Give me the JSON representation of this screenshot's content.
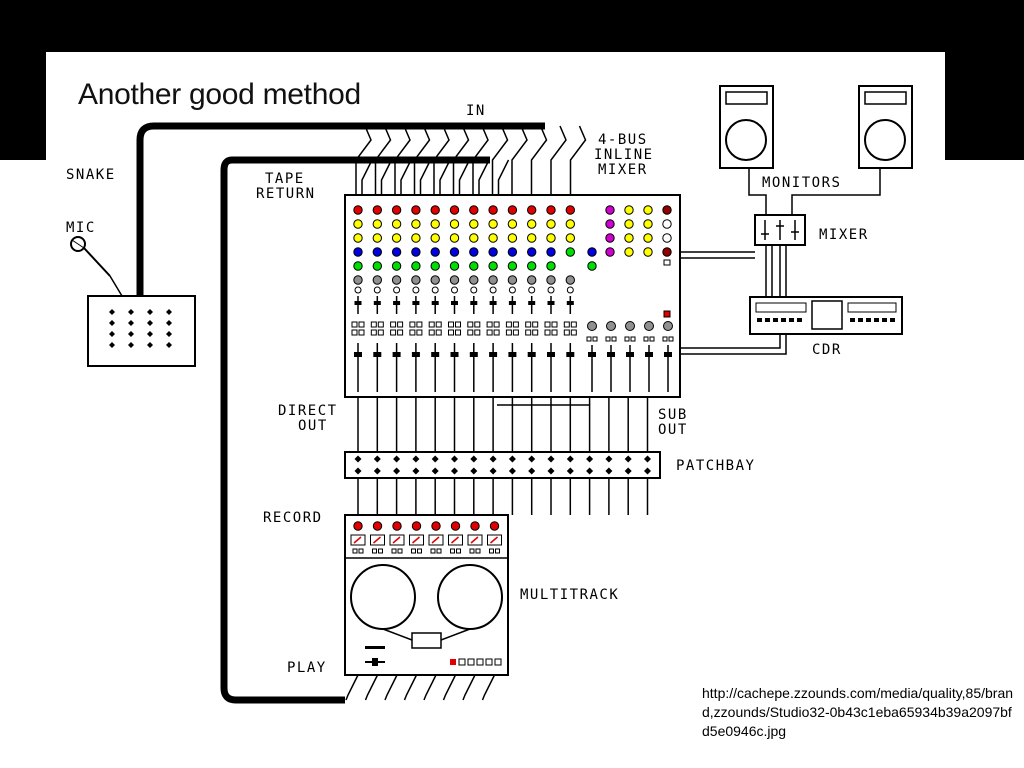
{
  "slide": {
    "title": "Another good method",
    "caption": "http://cachepe.zzounds.com/media/quality,85/brand,zzounds/Studio32-0b43c1eba65934b39a2097bfd5e0946c.jpg"
  },
  "diagram": {
    "labels": {
      "in": "IN",
      "snake": "SNAKE",
      "mic": "MIC",
      "tape_return_1": "TAPE",
      "tape_return_2": "RETURN",
      "mixer_1": "4-BUS",
      "mixer_2": "INLINE",
      "mixer_3": "MIXER",
      "monitors": "MONITORS",
      "small_mixer": "MIXER",
      "cdr": "CDR",
      "direct_out_1": "DIRECT",
      "direct_out_2": "OUT",
      "sub_out_1": "SUB",
      "sub_out_2": "OUT",
      "patchbay": "PATCHBAY",
      "record": "RECORD",
      "multitrack": "MULTITRACK",
      "play": "PLAY"
    },
    "knob_colors": {
      "red": "#e00000",
      "yellow": "#ffff00",
      "blue": "#0000e0",
      "green": "#00e000",
      "gray": "#909090",
      "magenta": "#d000d0",
      "darkred": "#900000"
    }
  }
}
